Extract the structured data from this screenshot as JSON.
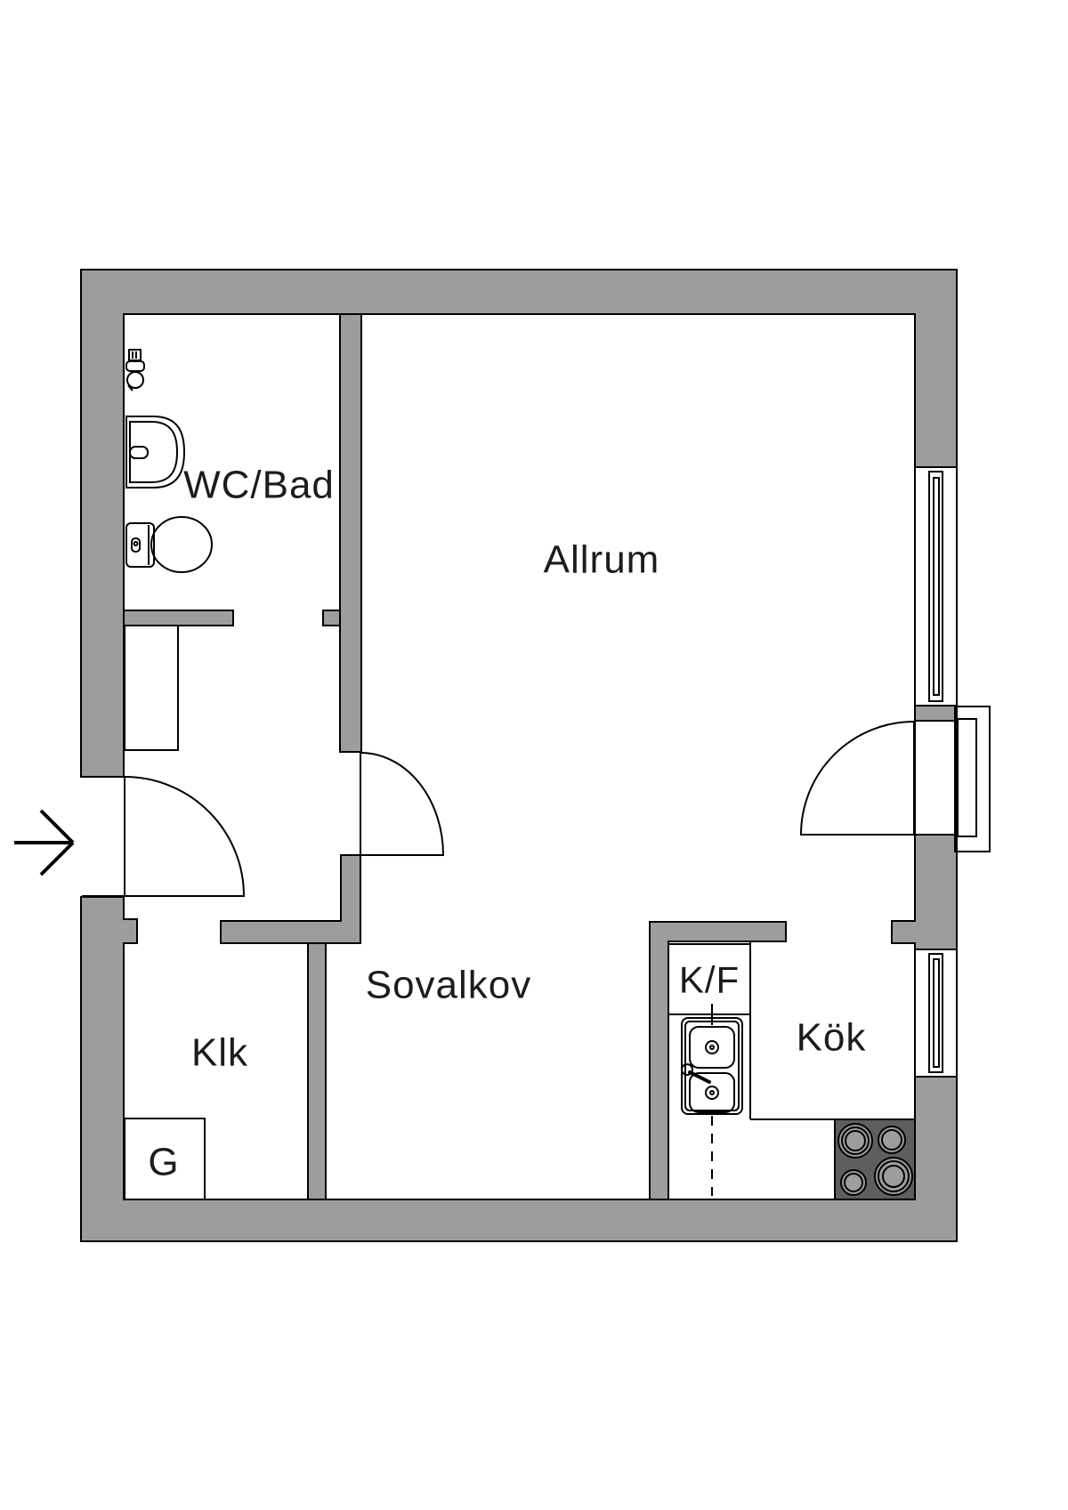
{
  "colors": {
    "wall": "#9d9d9d",
    "stove": "#5e5e5e",
    "burner": "#9d9d9d",
    "line": "#000000",
    "floor": "#ffffff"
  },
  "labels": {
    "wc_bad": "WC/Bad",
    "allrum": "Allrum",
    "klk": "Klk",
    "sovalkov": "Sovalkov",
    "kok": "Kök",
    "kf": "K/F",
    "g": "G"
  },
  "fixtures": [
    "shower-mixer-icon",
    "washbasin-icon",
    "toilet-icon",
    "hall-cabinet",
    "wardrobe-box",
    "fridge-freezer-box",
    "kitchen-sink-icon",
    "stove-icon",
    "window-allrum",
    "window-kok",
    "balcony-door",
    "entry-door",
    "sovalkov-door",
    "entry-arrow-icon"
  ]
}
